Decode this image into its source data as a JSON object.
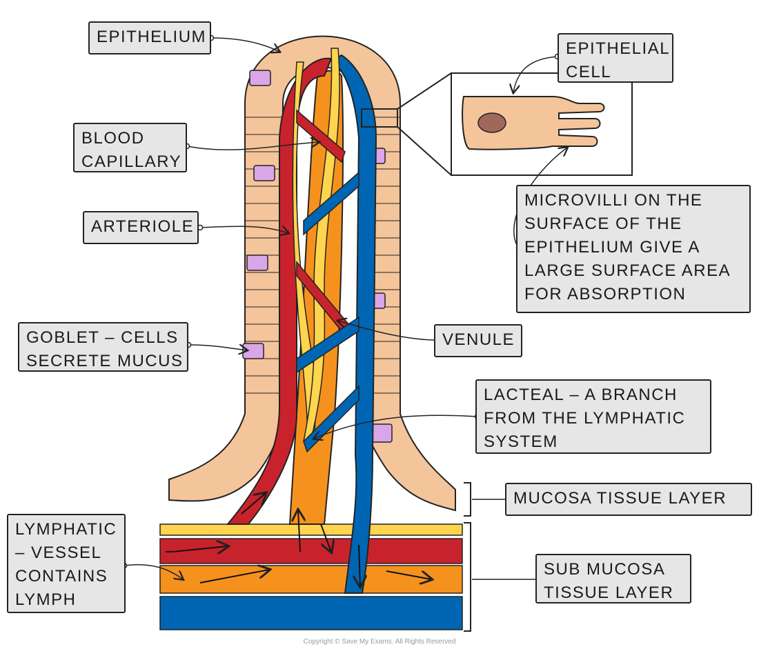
{
  "labels": {
    "epithelium": [
      "EPITHELIUM"
    ],
    "blood_capillary": [
      "BLOOD",
      "CAPILLARY"
    ],
    "arteriole": [
      "ARTERIOLE"
    ],
    "goblet": [
      "GOBLET – CELLS",
      "SECRETE MUCUS"
    ],
    "lymphatic_vessel": [
      "LYMPHATIC",
      "– VESSEL",
      "CONTAINS",
      "LYMPH"
    ],
    "epithelial_cell": [
      "EPITHELIAL",
      "CELL"
    ],
    "microvilli": [
      "MICROVILLI ON THE",
      "SURFACE OF THE",
      "EPITHELIUM GIVE A",
      "LARGE SURFACE AREA",
      "FOR ABSORPTION"
    ],
    "venule": [
      "VENULE"
    ],
    "lacteal": [
      "LACTEAL – A BRANCH",
      "FROM THE LYMPHATIC",
      "SYSTEM"
    ],
    "mucosa": [
      "MUCOSA TISSUE LAYER"
    ],
    "sub_mucosa": [
      "SUB MUCOSA",
      "TISSUE LAYER"
    ]
  },
  "copyright": "Copyright © Save My Exams. All Rights Reserved",
  "colors": {
    "epithelium": "#f4c49a",
    "goblet": "#d9a6e8",
    "nucleus": "#a0685a",
    "artery": "#c8232c",
    "vein": "#0066b3",
    "lymph": "#f5921e",
    "lacteal": "#ffd54f",
    "label_bg": "#e6e6e6",
    "outline": "#222222"
  }
}
